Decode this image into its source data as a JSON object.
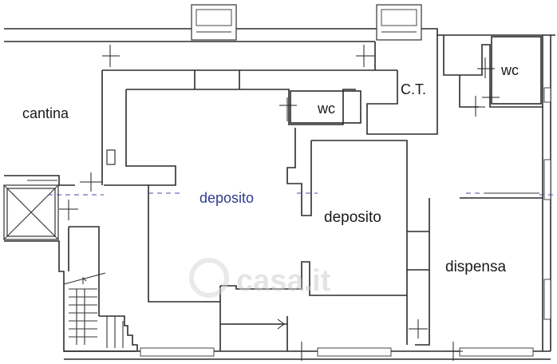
{
  "rooms": {
    "cantina": "cantina",
    "wc_center": "wc",
    "ct": "C.T.",
    "wc_right": "wc",
    "deposito_left": "deposito",
    "deposito_right": "deposito",
    "dispensa": "dispensa"
  },
  "watermark": "casa.it",
  "colors": {
    "wall": "#2b2b2b",
    "accent_line": "#4a4aa8",
    "label_blue": "#2f3b8f",
    "watermark": "#cfcfcf"
  }
}
